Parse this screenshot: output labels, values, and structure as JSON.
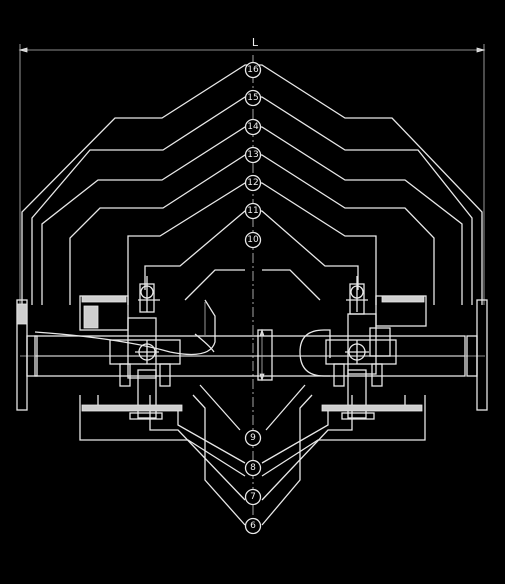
{
  "drawing": {
    "dimension_label": "L",
    "upper_leaders": [
      {
        "label": "16"
      },
      {
        "label": "15"
      },
      {
        "label": "14"
      },
      {
        "label": "13"
      },
      {
        "label": "12"
      },
      {
        "label": "11"
      },
      {
        "label": "10"
      }
    ],
    "lower_leaders": [
      {
        "label": "9"
      },
      {
        "label": "8"
      },
      {
        "label": "7"
      },
      {
        "label": "6"
      }
    ]
  }
}
